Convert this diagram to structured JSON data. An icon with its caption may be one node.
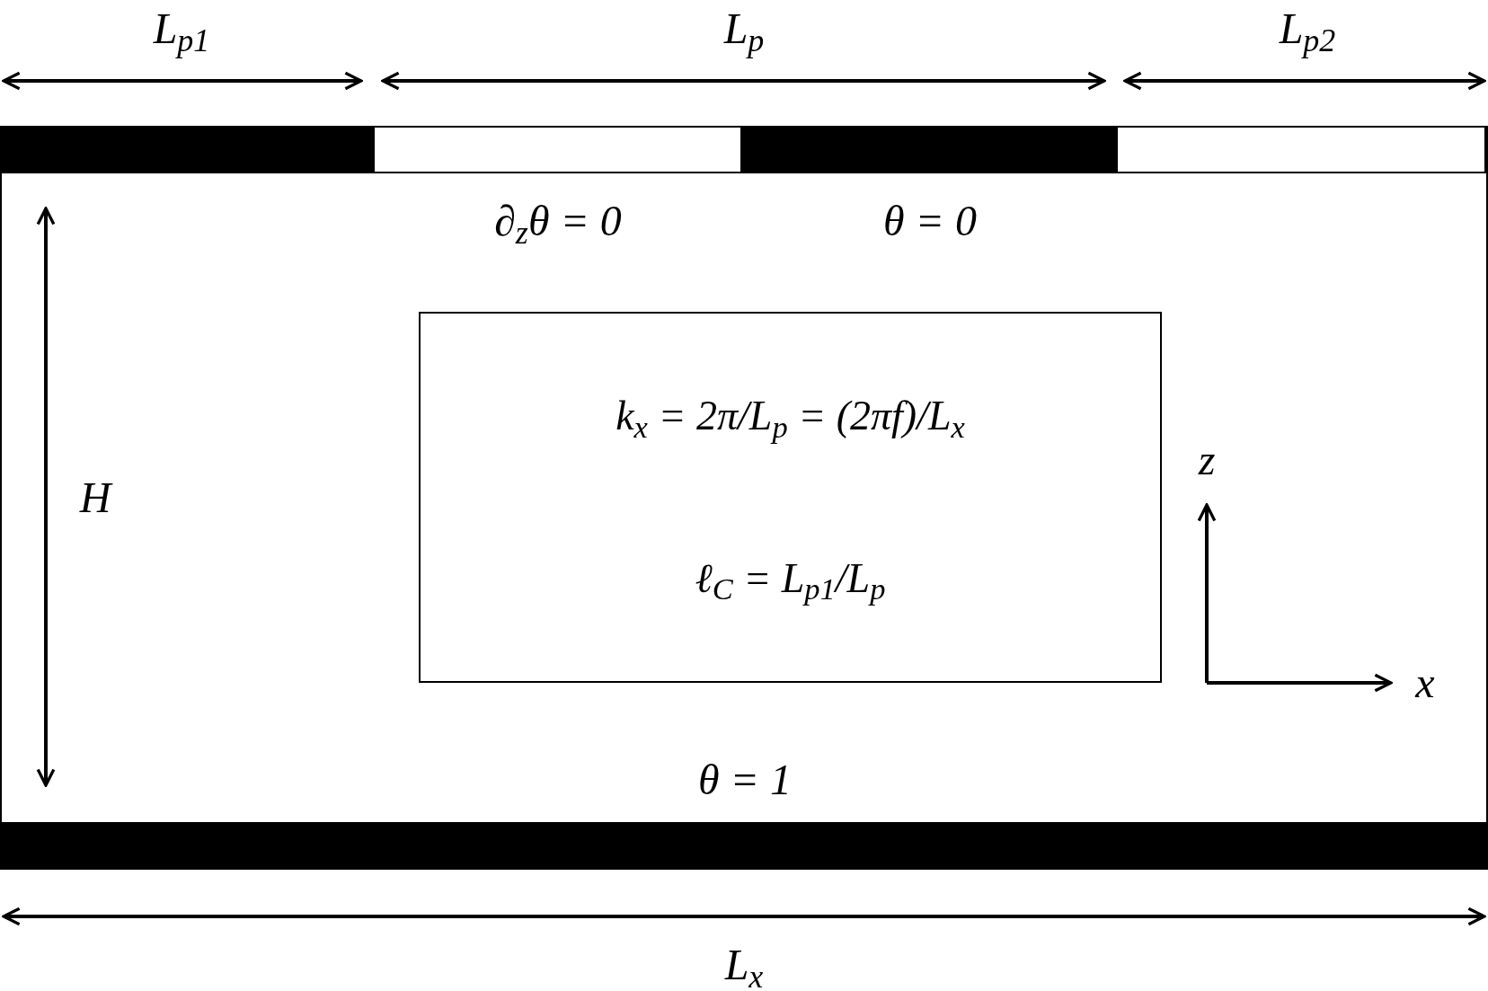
{
  "diagram": {
    "nodes": [
      {
        "text": [],
        "shape": "bar"
      },
      {
        "text": [],
        "shape": "box"
      },
      {
        "text": [],
        "shape": "bar"
      },
      {
        "text": [],
        "shape": "box"
      },
      {
        "text": [
          "k$_{x}$ = 2π/L$_{p}$ = (2πf)/L$_{x}$",
          "ℓ$_{C}$ = L$_{p1}$/L$_{p}$"
        ]
      },
      {
        "text": [],
        "shape": "bar"
      }
    ],
    "labels": [
      "L$_{p1}$",
      "L$_{p}$",
      "L$_{p2}$",
      "∂$_{z}$θ = 0",
      "θ = 0",
      "H",
      "z",
      "x",
      "θ = 1",
      "L$_{x}$"
    ]
  }
}
